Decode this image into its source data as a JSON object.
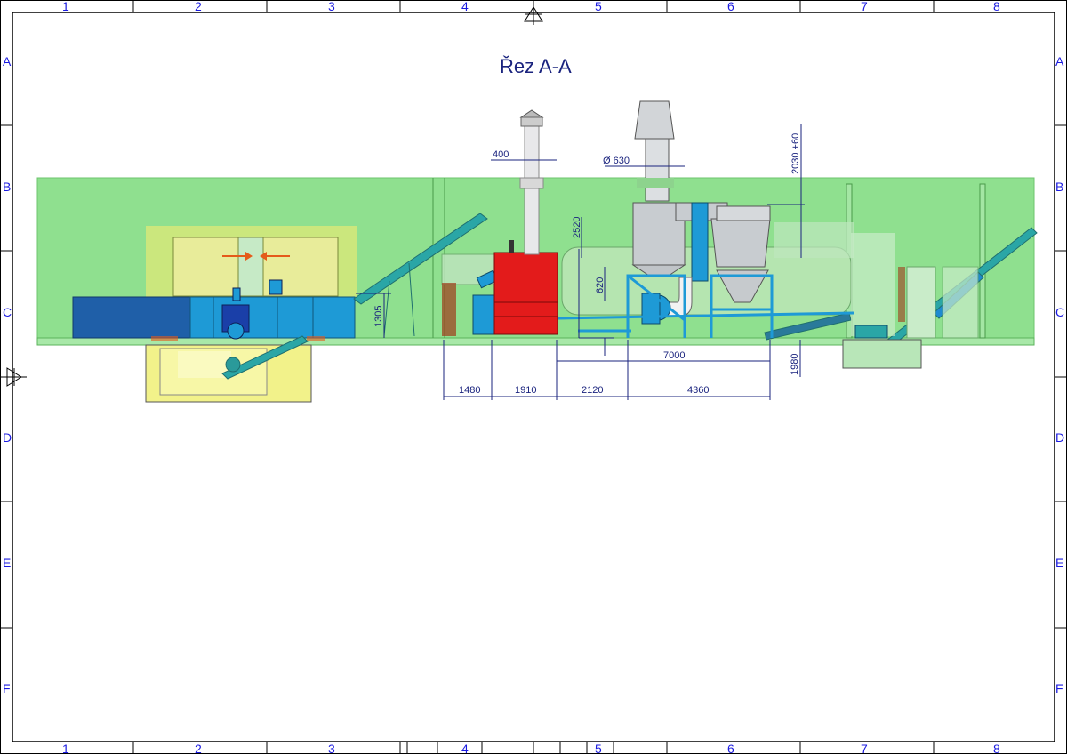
{
  "title": "Řez A-A",
  "frame": {
    "columns": [
      "1",
      "2",
      "3",
      "4",
      "5",
      "6",
      "7",
      "8"
    ],
    "rows": [
      "A",
      "B",
      "C",
      "D",
      "E",
      "F"
    ]
  },
  "dimensions": {
    "d400": "400",
    "d630": "Ø 630",
    "d2030": "2030 +60",
    "d2520": "2520",
    "d620": "620",
    "d1305": "1305",
    "d7000": "7000",
    "d1980": "1980",
    "d1480": "1480",
    "d1910": "1910",
    "d2120": "2120",
    "d4360": "4360"
  },
  "colors": {
    "frame": "#000000",
    "grid_labels": "#1a1ae0",
    "dimension": "#1a237e",
    "hall": "#8fe08f",
    "pit": "#f2f28a",
    "furnace": "#e31b1b",
    "steel": "#1e9ad6",
    "dark_blue": "#1f5fa8",
    "conveyor": "#2aa6a6",
    "silver": "#c8ccd0",
    "dryer_drum": "#b5e5b0"
  }
}
